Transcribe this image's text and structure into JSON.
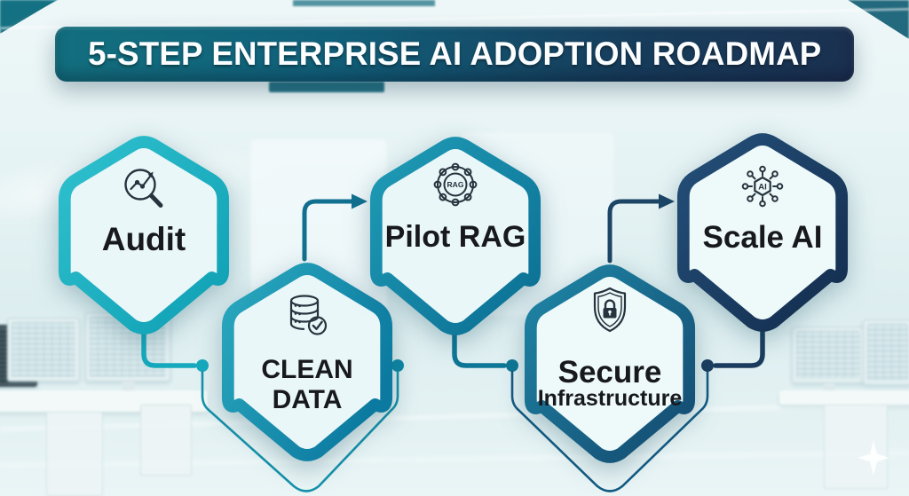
{
  "title": "5-STEP ENTERPRISE AI ADOPTION ROADMAP",
  "steps": [
    {
      "name": "audit",
      "label_lines": [
        "Audit"
      ],
      "icon": "magnifier-analytics-icon",
      "border_color_from": "#2fc1ce",
      "border_color_to": "#0f9fb4"
    },
    {
      "name": "clean-data",
      "label_lines": [
        "CLEAN",
        "DATA"
      ],
      "icon": "database-check-icon",
      "border_color_from": "#2aa9bf",
      "border_color_to": "#0c7aa0"
    },
    {
      "name": "pilot-rag",
      "label_lines": [
        "Pilot RAG"
      ],
      "icon": "rag-network-icon",
      "icon_text": "RAG",
      "border_color_from": "#1f9cb6",
      "border_color_to": "#0b6e93"
    },
    {
      "name": "secure-infrastructure",
      "label_lines": [
        "Secure",
        "Infrastructure"
      ],
      "icon": "shield-lock-icon",
      "border_color_from": "#1e86a6",
      "border_color_to": "#14496f"
    },
    {
      "name": "scale-ai",
      "label_lines": [
        "Scale AI"
      ],
      "icon": "ai-network-icon",
      "icon_text": "AI",
      "border_color_from": "#24507a",
      "border_color_to": "#132c4d"
    }
  ],
  "hex_fill": "#eaf7f9",
  "connectors": {
    "audit_to_cleandata_color": "#16a9bd",
    "cleandata_to_pilotrag_color": "#11708f",
    "pilotrag_to_secure_color": "#0e7696",
    "secure_to_scaleai_color": "#1c4566",
    "scaleai_to_secure_color": "#1b3c5e",
    "echo_cleandata_color": "#1691aa",
    "echo_secure_color": "#135a83"
  },
  "watermark": "four-point-star-sparkle"
}
